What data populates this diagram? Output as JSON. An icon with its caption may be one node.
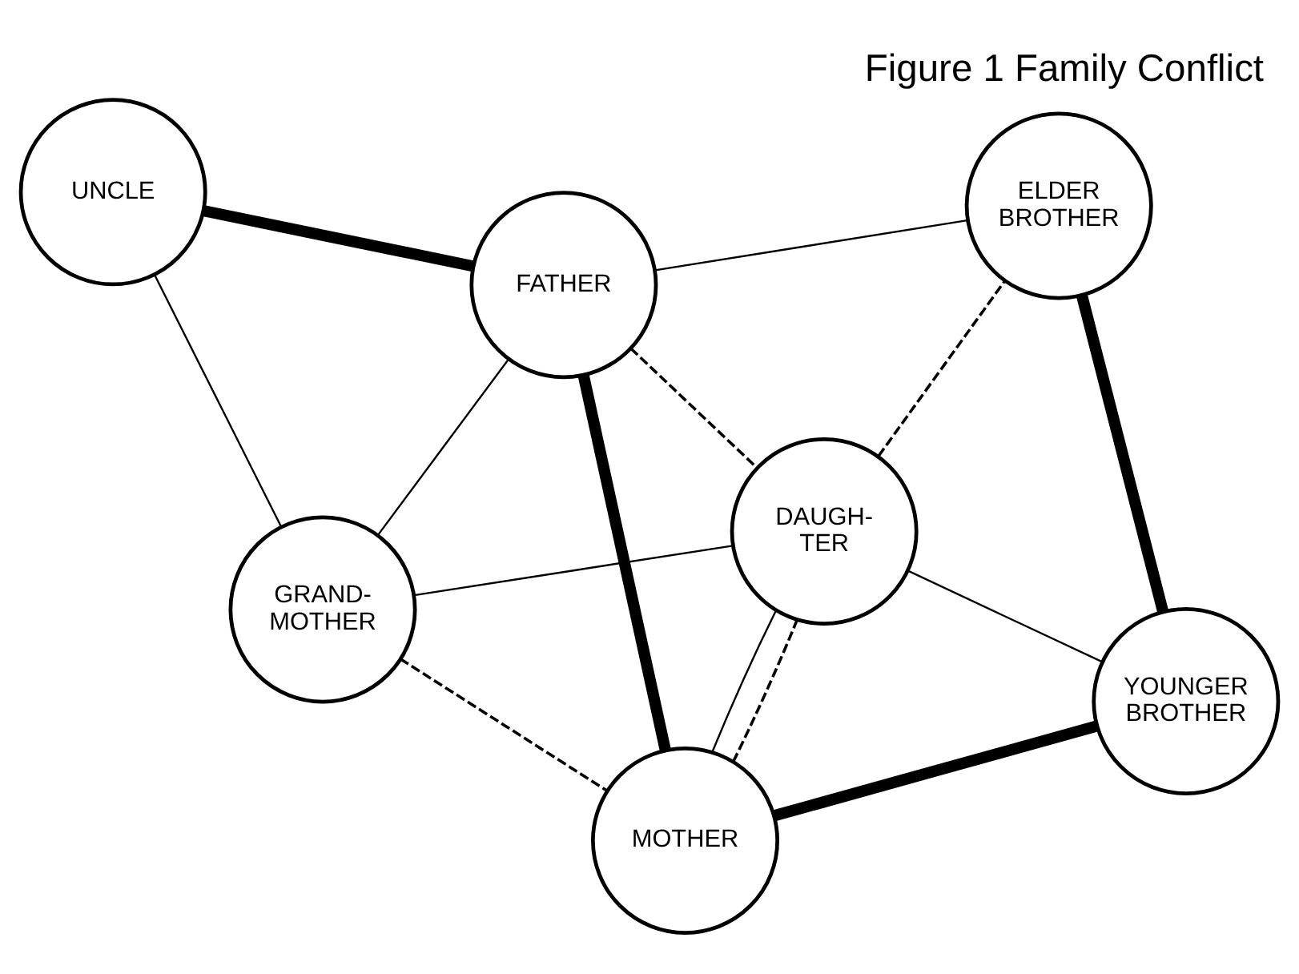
{
  "diagram": {
    "title": "Figure 1 Family Conflict",
    "nodes": [
      {
        "text": [
          "UNCLE"
        ]
      },
      {
        "text": [
          "GRAND- MOTHER"
        ]
      },
      {
        "text": [
          "DAUGH- TER"
        ]
      },
      {
        "text": [
          "FATHER"
        ]
      },
      {
        "text": [
          "ELDER BROTHER"
        ]
      },
      {
        "text": [
          "MOTHER"
        ]
      },
      {
        "text": [
          "YOUNGER BROTHER"
        ]
      }
    ],
    "edges": [
      {
        "from": 1,
        "to": 0,
        "arrow": "none"
      },
      {
        "from": 1,
        "to": 2,
        "arrow": "none"
      },
      {
        "from": 1,
        "to": 3,
        "arrow": "none"
      },
      {
        "from": 1,
        "to": 5,
        "arrow": "none",
        "style": "dashed"
      },
      {
        "from": 0,
        "to": 3,
        "arrow": "none",
        "style": "thick"
      },
      {
        "from": 3,
        "to": 2,
        "arrow": "none",
        "style": "dashed"
      },
      {
        "from": 3,
        "to": 4,
        "arrow": "none"
      },
      {
        "from": 3,
        "to": 5,
        "arrow": "none",
        "style": "thick"
      },
      {
        "from": 2,
        "to": 4,
        "arrow": "none",
        "style": "dashed"
      },
      {
        "from": 5,
        "to": 2,
        "arrow": "none"
      },
      {
        "from": 5,
        "to": 2,
        "arrow": "none",
        "style": "dashed"
      },
      {
        "from": 2,
        "to": 6,
        "arrow": "none"
      },
      {
        "from": 5,
        "to": 6,
        "arrow": "none",
        "style": "thick"
      },
      {
        "from": 4,
        "to": 6,
        "arrow": "none",
        "style": "thick"
      }
    ]
  }
}
